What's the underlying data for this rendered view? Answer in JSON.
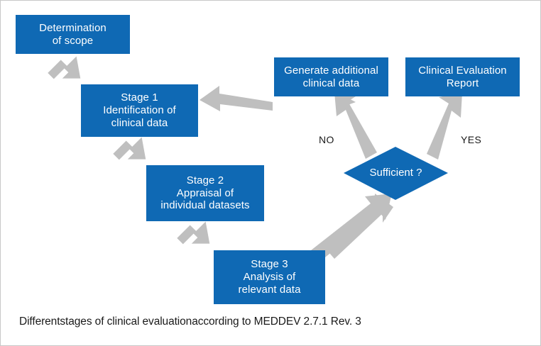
{
  "figure": {
    "caption": "Differentstages of clinical evaluationaccording to MEDDEV 2.7.1 Rev. 3",
    "colors": {
      "box_blue": "#0f69b4",
      "arrow_gray": "#bfbfbf",
      "box_text": "#ffffff",
      "caption_text": "#1a1a1a",
      "background": "#ffffff",
      "frame_border": "#c8c8c8"
    }
  },
  "nodes": {
    "scope": {
      "line1": "Determination",
      "line2": "of scope"
    },
    "stage1": {
      "line1": "Stage 1",
      "line2": "Identification of",
      "line3": "clinical data"
    },
    "stage2": {
      "line1": "Stage 2",
      "line2": "Appraisal of",
      "line3": "individual datasets"
    },
    "stage3": {
      "line1": "Stage 3",
      "line2": "Analysis of",
      "line3": "relevant data"
    },
    "generate": {
      "line1": "Generate additional",
      "line2": "clinical data"
    },
    "report": {
      "line1": "Clinical Evaluation",
      "line2": "Report"
    },
    "decision": {
      "label": "Sufficient ?"
    }
  },
  "branches": {
    "no": "NO",
    "yes": "YES"
  },
  "chart_data": {
    "type": "diagram",
    "diagram_kind": "flowchart",
    "title": "Differentstages of clinical evaluationaccording to MEDDEV 2.7.1 Rev. 3",
    "nodes": [
      {
        "id": "scope",
        "shape": "rect",
        "text": "Determination of scope"
      },
      {
        "id": "stage1",
        "shape": "rect",
        "text": "Stage 1 Identification of clinical data"
      },
      {
        "id": "stage2",
        "shape": "rect",
        "text": "Stage 2 Appraisal of individual datasets"
      },
      {
        "id": "stage3",
        "shape": "rect",
        "text": "Stage 3 Analysis of relevant data"
      },
      {
        "id": "decision",
        "shape": "diamond",
        "text": "Sufficient ?"
      },
      {
        "id": "generate",
        "shape": "rect",
        "text": "Generate additional clinical data"
      },
      {
        "id": "report",
        "shape": "rect",
        "text": "Clinical Evaluation Report"
      }
    ],
    "edges": [
      {
        "from": "scope",
        "to": "stage1",
        "label": ""
      },
      {
        "from": "stage1",
        "to": "stage2",
        "label": ""
      },
      {
        "from": "stage2",
        "to": "stage3",
        "label": ""
      },
      {
        "from": "stage3",
        "to": "decision",
        "label": ""
      },
      {
        "from": "decision",
        "to": "generate",
        "label": "NO"
      },
      {
        "from": "decision",
        "to": "report",
        "label": "YES"
      },
      {
        "from": "generate",
        "to": "stage1",
        "label": ""
      }
    ]
  }
}
